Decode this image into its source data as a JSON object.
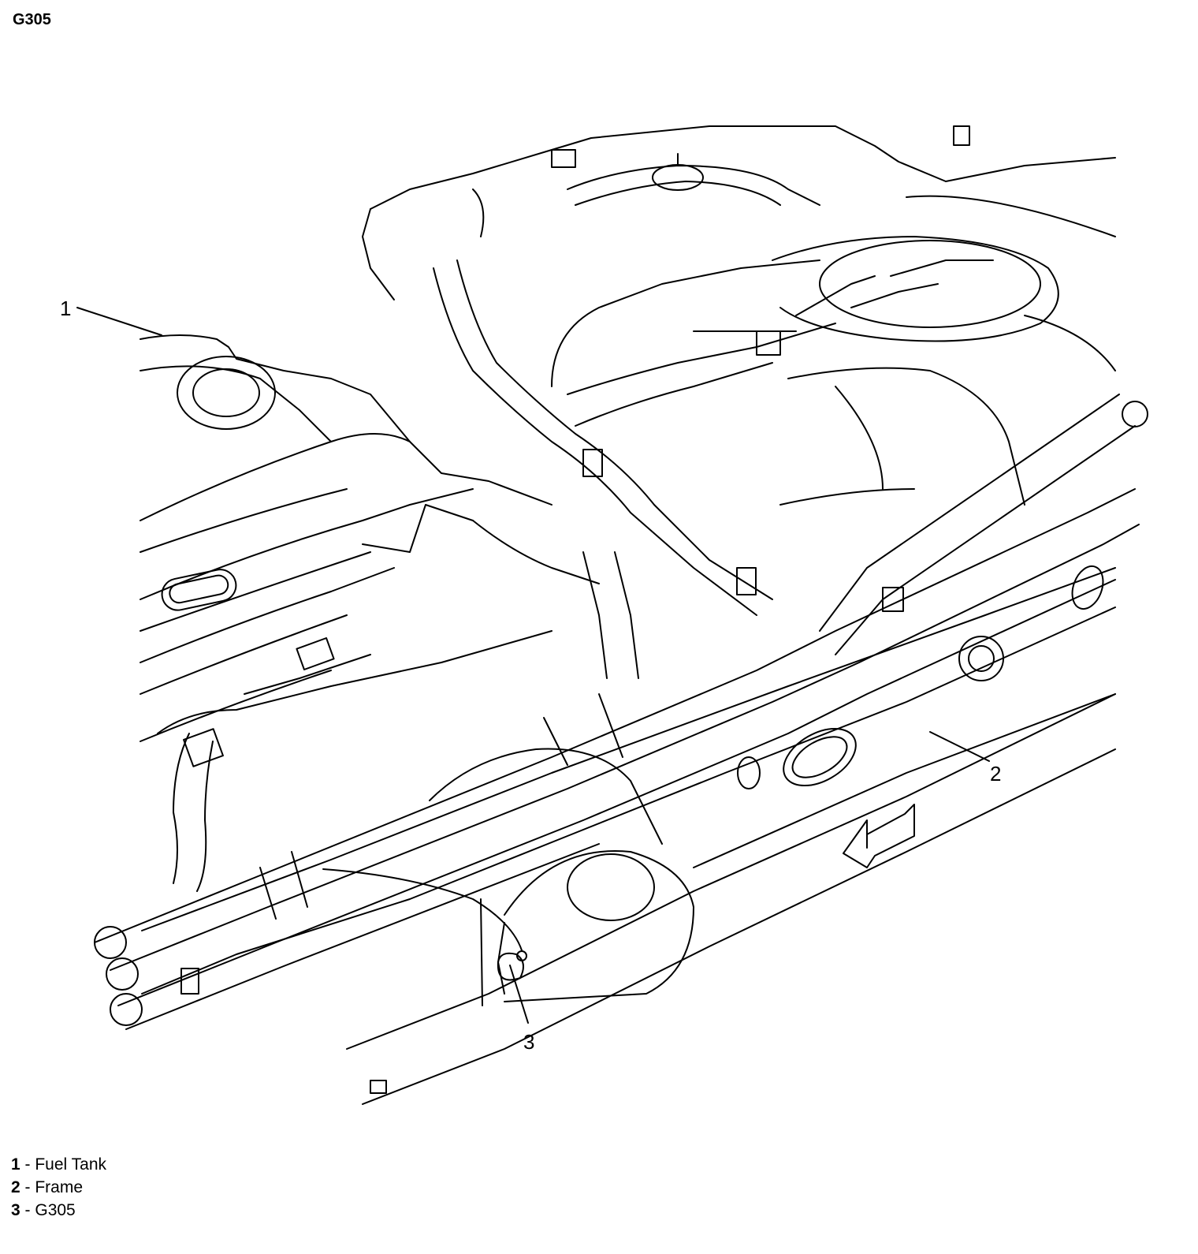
{
  "title": "G305",
  "callouts": [
    "1",
    "2",
    "3"
  ],
  "legend": [
    {
      "num": "1",
      "sep": " - ",
      "label": "Fuel Tank"
    },
    {
      "num": "2",
      "sep": " - ",
      "label": "Frame"
    },
    {
      "num": "3",
      "sep": " - ",
      "label": "G305"
    }
  ]
}
